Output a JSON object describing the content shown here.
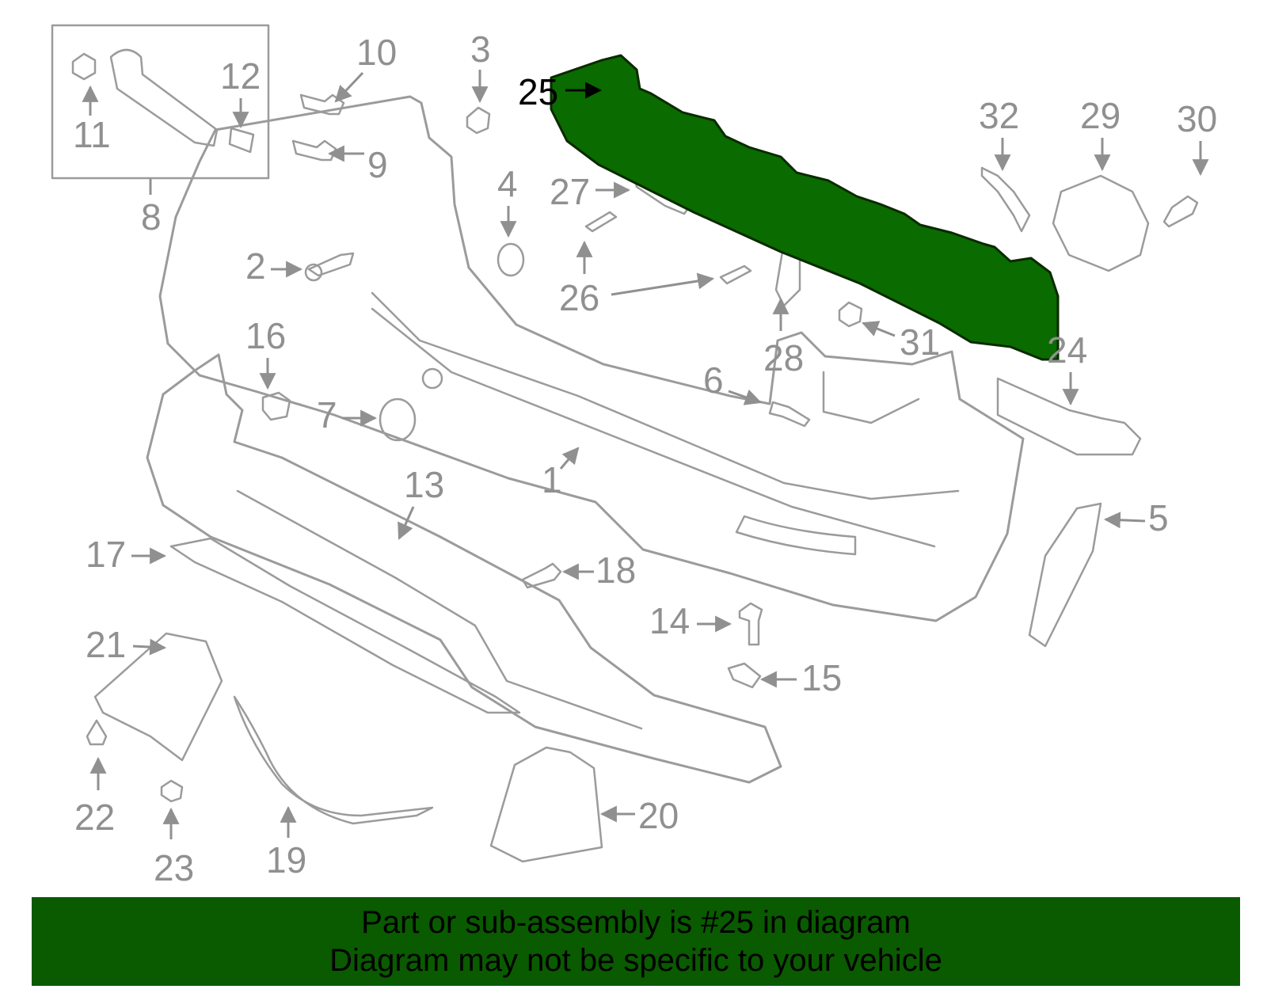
{
  "highlight": {
    "part_number": "25",
    "color": "#0a6b00",
    "stroke": "#0a2a00"
  },
  "callouts": {
    "c1": "1",
    "c2": "2",
    "c3": "3",
    "c4": "4",
    "c5": "5",
    "c6": "6",
    "c7": "7",
    "c8": "8",
    "c9": "9",
    "c10": "10",
    "c11": "11",
    "c12": "12",
    "c13": "13",
    "c14": "14",
    "c15": "15",
    "c16": "16",
    "c17": "17",
    "c18": "18",
    "c19": "19",
    "c20": "20",
    "c21": "21",
    "c22": "22",
    "c23": "23",
    "c24": "24",
    "c25": "25",
    "c26": "26",
    "c27": "27",
    "c28": "28",
    "c29": "29",
    "c30": "30",
    "c31": "31",
    "c32": "32"
  },
  "banner": {
    "line1": "Part or sub-assembly is #25 in diagram",
    "line2": "Diagram may not be specific to your vehicle",
    "background": "#0a5a00"
  }
}
